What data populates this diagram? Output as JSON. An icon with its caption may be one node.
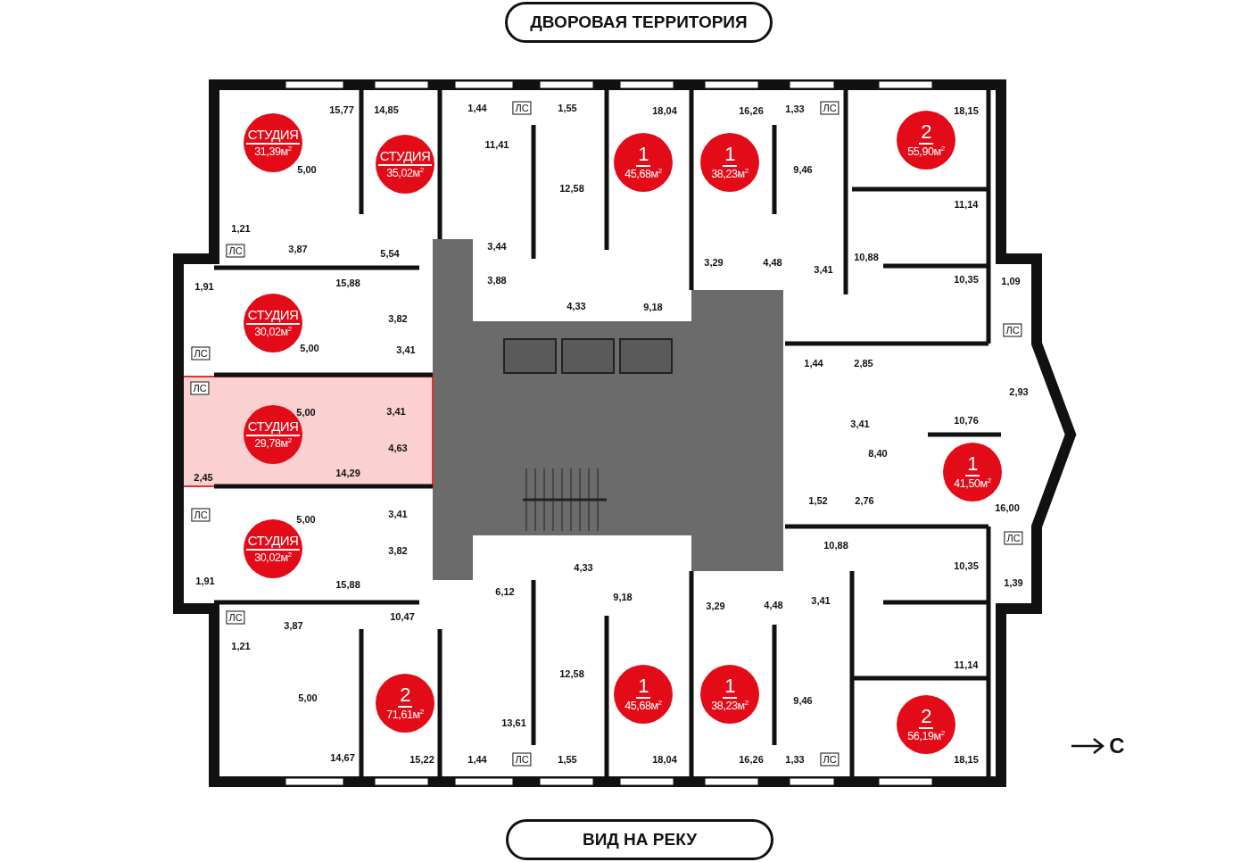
{
  "diagram": {
    "nodes": [
      {
        "text": [
          "ДВОРОВАЯ ТЕРРИТОРИЯ"
        ]
      },
      {
        "text": [
          "СТУДИЯ",
          "31,39м$^{2}$"
        ]
      },
      {
        "text": [
          "СТУДИЯ",
          "35,02м$^{2}$"
        ]
      },
      {
        "text": [
          "1",
          "45,68м$^{2}$"
        ]
      },
      {
        "text": [
          "1",
          "38,23м$^{2}$"
        ]
      },
      {
        "text": [
          "2",
          "55,90м$^{2}$"
        ]
      },
      {
        "text": [
          "СТУДИЯ",
          "30,02м$^{2}$"
        ]
      },
      {
        "text": [
          "СТУДИЯ",
          "29,78м$^{2}$"
        ]
      },
      {
        "text": [
          "1",
          "41,50м$^{2}$"
        ]
      },
      {
        "text": [
          "СТУДИЯ",
          "30,02м$^{2}$"
        ]
      },
      {
        "text": [
          "2",
          "71,61м$^{2}$"
        ]
      },
      {
        "text": [
          "1",
          "45,68м$^{2}$"
        ]
      },
      {
        "text": [
          "1",
          "38,23м$^{2}$"
        ]
      },
      {
        "text": [
          "2",
          "56,19м$^{2}$"
        ]
      },
      {
        "text": [
          "ВИД НА РЕКУ"
        ]
      }
    ],
    "labels": [
      "15,77",
      "14,85",
      "1,44",
      "ЛС",
      "1,55",
      "18,04",
      "16,26",
      "1,33",
      "ЛС",
      "18,15",
      "11,41",
      "5,00",
      "9,46",
      "12,58",
      "11,14",
      "1,21",
      "ЛС",
      "3,87",
      "3,44",
      "5,54",
      "3,29",
      "4,48",
      "10,88",
      "3,41",
      "10,35",
      "1,09",
      "1,91",
      "15,88",
      "3,88",
      "4,33",
      "9,18",
      "3,82",
      "ЛС",
      "5,00",
      "ЛС",
      "3,41",
      "1,44",
      "2,85",
      "2,93",
      "ЛС",
      "5,00",
      "3,41",
      "3,41",
      "10,76",
      "4,63",
      "8,40",
      "2,45",
      "14,29",
      "1,52",
      "2,76",
      "16,00",
      "ЛС",
      "5,00",
      "3,41",
      "ЛС",
      "10,88",
      "3,82",
      "4,33",
      "10,35",
      "1,91",
      "15,88",
      "1,39",
      "6,12",
      "9,18",
      "3,29",
      "4,48",
      "3,41",
      "ЛС",
      "3,87",
      "10,47",
      "1,21",
      "11,14",
      "12,58",
      "5,00",
      "9,46",
      "13,61",
      "14,67",
      "15,22",
      "1,44",
      "ЛС",
      "1,55",
      "18,04",
      "16,26",
      "1,33",
      "ЛС",
      "18,15",
      "С"
    ]
  }
}
